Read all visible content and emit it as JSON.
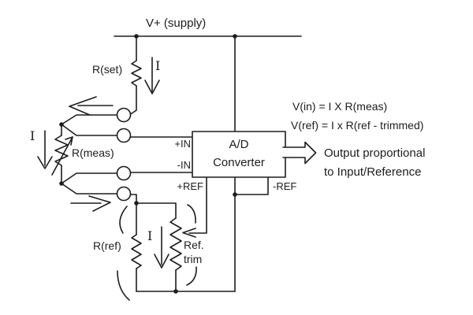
{
  "diagram": {
    "title_note": "Ratiometric A/D converter measurement schematic",
    "supply_label": "V+ (supply)",
    "current_label": "I",
    "resistors": {
      "set": "R(set)",
      "meas": "R(meas)",
      "ref": "R(ref)",
      "trim_line1": "Ref.",
      "trim_line2": "trim"
    },
    "adc": {
      "line1": "A/D",
      "line2": "Converter",
      "pins": {
        "plus_in": "+IN",
        "minus_in": "-IN",
        "plus_ref": "+REF",
        "minus_ref": "-REF"
      }
    },
    "formulas": {
      "vin": "V(in) = I X R(meas)",
      "vref": "V(ref) = I x R(ref - trimmed)"
    },
    "output": {
      "line1": "Output proportional",
      "line2": "to Input/Reference"
    },
    "icons": {
      "current_down_arrow": "arrow-down",
      "current_left_arrow": "arrow-left",
      "current_right_arrow": "arrow-right",
      "output_block_arrow": "hollow-arrow-right",
      "trim_wiper_arrow": "arrow-left-into-resistor"
    },
    "colors": {
      "line": "#1d1d1f",
      "background": "#ffffff"
    }
  }
}
